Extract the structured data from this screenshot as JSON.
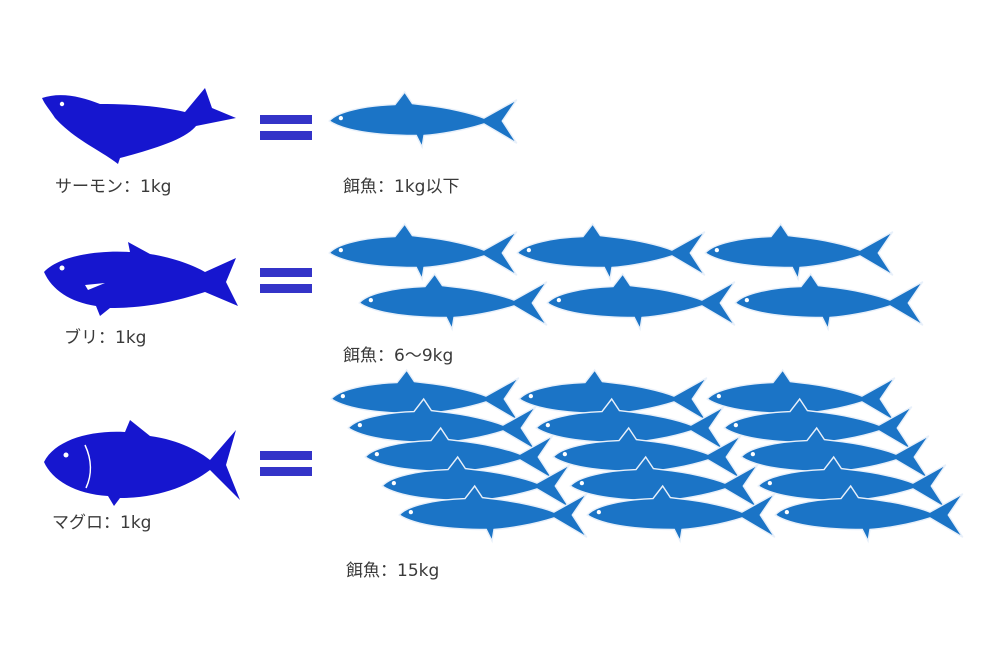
{
  "colors": {
    "predator": "#1616cf",
    "bait": "#1b74c6",
    "equals": "#3434c8"
  },
  "rows": [
    {
      "predator": "salmon",
      "predator_label": "サーモン：1kg",
      "bait_label": "餌魚：1kg以下",
      "bait_count": 1
    },
    {
      "predator": "yellowtail",
      "predator_label": "ブリ：1kg",
      "bait_label": "餌魚：6〜9kg",
      "bait_count": 6
    },
    {
      "predator": "tuna",
      "predator_label": "マグロ：1kg",
      "bait_label": "餌魚：15kg",
      "bait_count": 15
    }
  ]
}
